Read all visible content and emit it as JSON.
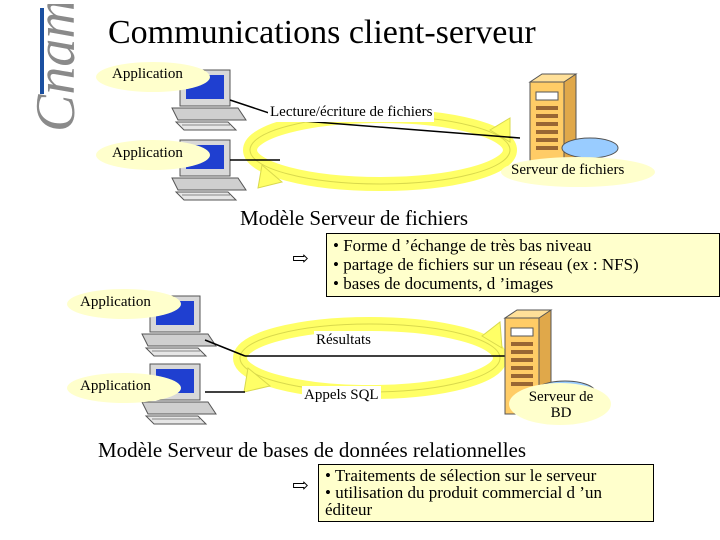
{
  "title": "Communications client-serveur",
  "logo": {
    "text": "Cnam",
    "brand_color": "#8a8a8a"
  },
  "section1": {
    "app_label_1": "Application",
    "app_label_2": "Application",
    "link_label": "Lecture/écriture de fichiers",
    "server_label": "Serveur de fichiers",
    "caption": "Modèle Serveur de fichiers",
    "bullets": [
      "• Forme d ’échange de très bas niveau",
      "• partage de fichiers sur un réseau (ex : NFS)",
      "• bases de documents, d ’images"
    ]
  },
  "section2": {
    "app_label_1": "Application",
    "app_label_2": "Application",
    "results_label": "Résultats",
    "calls_label": "Appels SQL",
    "server_label_line1": "Serveur de",
    "server_label_line2": "BD",
    "caption": "Modèle Serveur de bases de données relationnelles",
    "bullets": [
      "• Traitements de sélection sur le serveur",
      "• utilisation du produit commercial d ’un",
      "éditeur"
    ]
  },
  "colors": {
    "label_fill": "#ffffcc",
    "ring": "#ffff66",
    "ring_shadow": "#d9d94d",
    "server_body": "#ffcc66",
    "disk": "#99ccff"
  }
}
